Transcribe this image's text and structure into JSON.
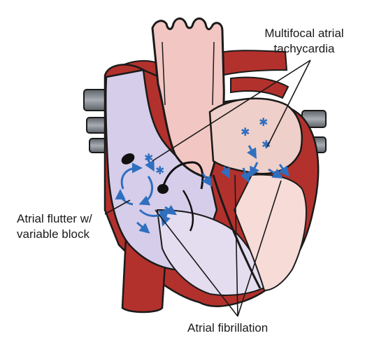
{
  "labels": {
    "multifocal_atrial_tachycardia": [
      "Multifocal atrial",
      "tachycardia"
    ],
    "atrial_flutter": [
      "Atrial flutter w/",
      "variable block"
    ],
    "atrial_fibrillation": "Atrial fibrillation"
  },
  "colors": {
    "outline": "#1a1a1a",
    "muscle": "#b3312c",
    "muscle_dark": "#8e2420",
    "aorta_fill": "#f2c6c2",
    "right_side_fill": "#d6cdea",
    "left_side_fill": "#efcfc9",
    "arrow_blue": "#2f6fbf",
    "vessel_grey": "#7a7f86"
  },
  "icons": [
    "reentry-arrow-icon",
    "ectopic-focus-star-icon",
    "sa-node-icon",
    "av-node-icon"
  ]
}
